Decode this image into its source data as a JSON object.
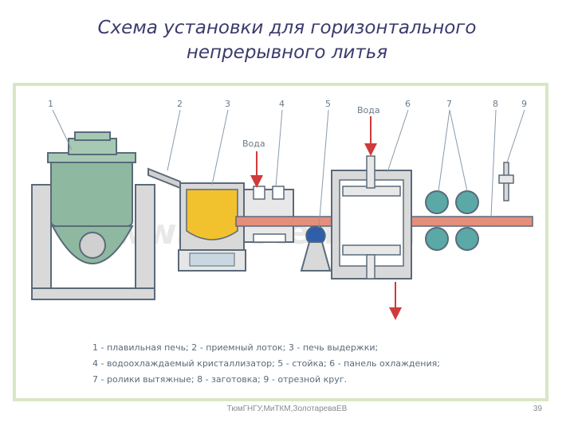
{
  "title": {
    "line1": "Схема установки для горизонтального",
    "line2": "непрерывного литья"
  },
  "diagram": {
    "part_numbers": [
      "1",
      "2",
      "3",
      "4",
      "5",
      "6",
      "7",
      "8",
      "9"
    ],
    "water_label_left": "Вода",
    "water_label_right": "Вода",
    "watermark": "www.labstend.ru",
    "legend": {
      "line1": "1 - плавильная печь;  2 - приемный лоток;  3 - печь выдержки;",
      "line2": "4 - водоохлаждаемый кристаллизатор;  5 - стойка;  6 - панель охлаждения;",
      "line3": "7 - ролики вытяжные;  8 - заготовка;  9 - отрезной круг."
    },
    "colors": {
      "outline": "#5a6a7a",
      "furnace_green": "#8fb8a0",
      "molten_metal": "#f2c12e",
      "billet": "#e48e7c",
      "roller": "#5aa9a6",
      "arrow_red": "#d03a3a",
      "support_blue": "#2f5fa8",
      "frame_gray": "#d9d9d9"
    }
  },
  "footer": {
    "author": "ТюмГНГУ,МиТКМ,ЗолотареваЕВ",
    "page": "39"
  }
}
